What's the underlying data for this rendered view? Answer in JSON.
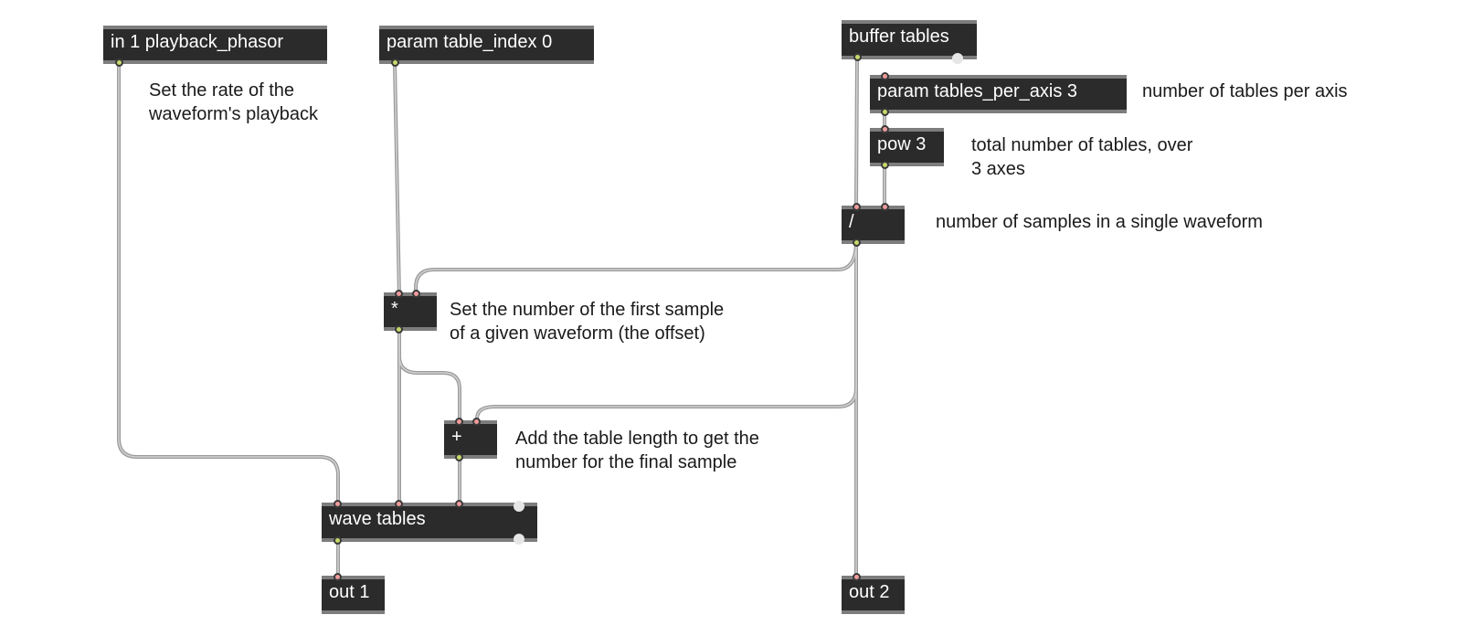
{
  "objects": {
    "in1": "in 1 playback_phasor",
    "param_index": "param table_index 0",
    "buffer": "buffer tables",
    "param_axis": "param tables_per_axis 3",
    "pow": "pow 3",
    "divide": "/",
    "multiply": "*",
    "add": "+",
    "wave": "wave tables",
    "out1": "out 1",
    "out2": "out 2"
  },
  "comments": {
    "rate_line1": "Set the rate of the",
    "rate_line2": "waveform's playback",
    "tables_per_axis": "number of tables per axis",
    "total_line1": "total number of tables, over",
    "total_line2": "3 axes",
    "samples": "number of samples in a single waveform",
    "offset_line1": "Set the number of the first sample",
    "offset_line2": "of a given waveform (the offset)",
    "final_line1": "Add the table length to get the",
    "final_line2": "number for the final sample"
  },
  "colors": {
    "object_fill": "#2b2b2b",
    "object_border": "#7d7d7d",
    "cord": "#a8a8a8",
    "inlet": "#f09c9c",
    "outlet": "#c8d86a"
  }
}
